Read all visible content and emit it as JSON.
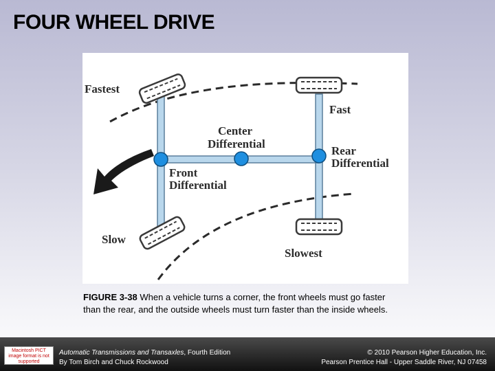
{
  "slide": {
    "title": "FOUR WHEEL DRIVE"
  },
  "diagram": {
    "labels": {
      "fastest": "Fastest",
      "fast": "Fast",
      "slow": "Slow",
      "slowest": "Slowest",
      "center_line1": "Center",
      "center_line2": "Differential",
      "rear_line1": "Rear",
      "rear_line2": "Differential",
      "front_line1": "Front",
      "front_line2": "Differential"
    },
    "colors": {
      "shaft": "#b9d7ec",
      "shaft_stroke": "#5a7f9c",
      "node": "#1f8fe0",
      "tire": "#ffffff",
      "tire_stroke": "#3a3a3a",
      "curve": "#2a2a2a",
      "arrow": "#1a1a1a"
    }
  },
  "caption": {
    "figure_number": "FIGURE 3-38",
    "text": " When a vehicle turns a corner, the front wheels must go faster than the rear, and the outside wheels must turn faster than the inside wheels."
  },
  "footer": {
    "logo_text": "Macintosh PICT image format is not supported",
    "book_title": "Automatic Transmissions and Transaxles",
    "edition": ", Fourth Edition",
    "authors": "By Tom Birch and Chuck Rockwood",
    "copyright": "© 2010 Pearson Higher Education, Inc.",
    "publisher": "Pearson Prentice Hall - Upper Saddle River, NJ 07458"
  }
}
